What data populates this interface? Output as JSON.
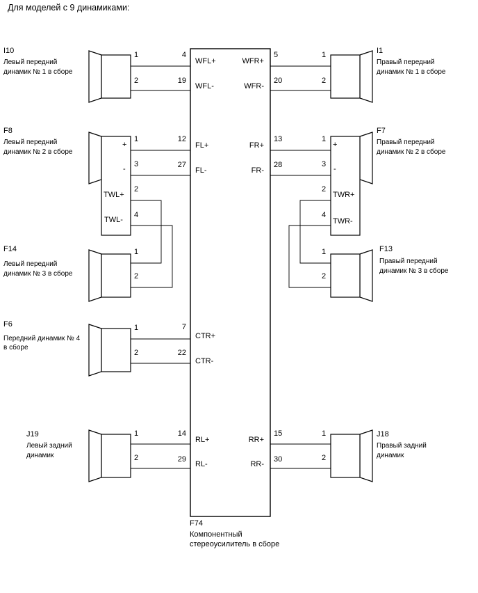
{
  "header": "Для моделей с 9 динамиками:",
  "amplifier": {
    "code": "F74",
    "name_line1": "Компонентный",
    "name_line2": "стереоусилитель в сборе",
    "pins_left": [
      {
        "num": "4",
        "label": "WFL+"
      },
      {
        "num": "19",
        "label": "WFL-"
      },
      {
        "num": "12",
        "label": "FL+"
      },
      {
        "num": "27",
        "label": "FL-"
      },
      {
        "num": "7",
        "label": "CTR+"
      },
      {
        "num": "22",
        "label": "CTR-"
      },
      {
        "num": "14",
        "label": "RL+"
      },
      {
        "num": "29",
        "label": "RL-"
      }
    ],
    "pins_right": [
      {
        "num": "5",
        "label": "WFR+"
      },
      {
        "num": "20",
        "label": "WFR-"
      },
      {
        "num": "13",
        "label": "FR+"
      },
      {
        "num": "28",
        "label": "FR-"
      },
      {
        "num": "15",
        "label": "RR+"
      },
      {
        "num": "30",
        "label": "RR-"
      }
    ]
  },
  "speakers": [
    {
      "id": "I10",
      "code": "I10",
      "line1": "Левый передний",
      "line2": "динамик № 1 в сборе",
      "pins": [
        "1",
        "2"
      ]
    },
    {
      "id": "I1",
      "code": "I1",
      "line1": "Правый передний",
      "line2": "динамик № 1 в сборе",
      "pins": [
        "1",
        "2"
      ]
    },
    {
      "id": "F8",
      "code": "F8",
      "line1": "Левый передний",
      "line2": "динамик № 2 в сборе",
      "pins": [
        "1",
        "3",
        "2",
        "4"
      ],
      "terminals": [
        "+",
        "-",
        "TWL+",
        "TWL-"
      ]
    },
    {
      "id": "F7",
      "code": "F7",
      "line1": "Правый передний",
      "line2": "динамик № 2 в сборе",
      "pins": [
        "1",
        "3",
        "2",
        "4"
      ],
      "terminals": [
        "+",
        "-",
        "TWR+",
        "TWR-"
      ]
    },
    {
      "id": "F14",
      "code": "F14",
      "line1": "Левый передний",
      "line2": "динамик № 3 в сборе",
      "pins": [
        "1",
        "2"
      ]
    },
    {
      "id": "F13",
      "code": "F13",
      "line1": "Правый передний",
      "line2": "динамик № 3 в сборе",
      "pins": [
        "1",
        "2"
      ]
    },
    {
      "id": "F6",
      "code": "F6",
      "line1": "Передний динамик № 4",
      "line2": "в сборе",
      "pins": [
        "1",
        "2"
      ]
    },
    {
      "id": "J19",
      "code": "J19",
      "line1": "Левый задний",
      "line2": "динамик",
      "pins": [
        "1",
        "2"
      ]
    },
    {
      "id": "J18",
      "code": "J18",
      "line1": "Правый задний",
      "line2": "динамик",
      "pins": [
        "1",
        "2"
      ]
    }
  ]
}
